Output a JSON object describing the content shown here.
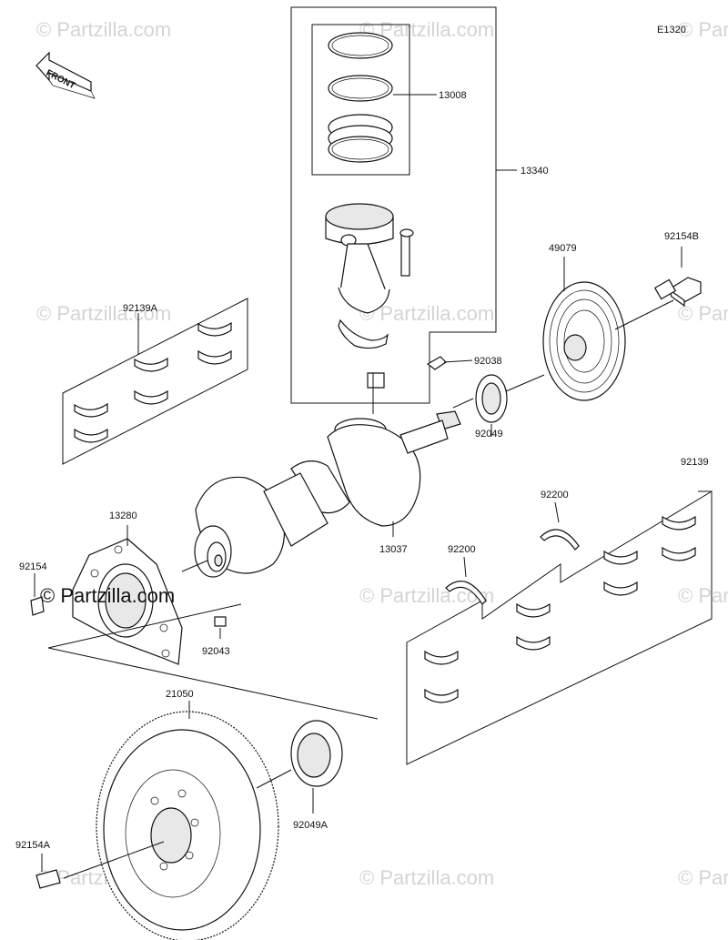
{
  "diagram_code": "E1320",
  "front_label": "FRONT",
  "watermark_text": "© Partzilla.com",
  "watermark_strong_text": "© Partzilla.com",
  "part_labels": {
    "p13008": "13008",
    "p13340": "13340",
    "p92154B": "92154B",
    "p49079": "49079",
    "p92139A": "92139A",
    "p92038": "92038",
    "p92049": "92049",
    "p13280": "13280",
    "p92154": "92154",
    "p92139": "92139",
    "p92200a": "92200",
    "p92200b": "92200",
    "p13037": "13037",
    "p92043": "92043",
    "p21050": "21050",
    "p92049A": "92049A",
    "p92154A": "92154A"
  }
}
